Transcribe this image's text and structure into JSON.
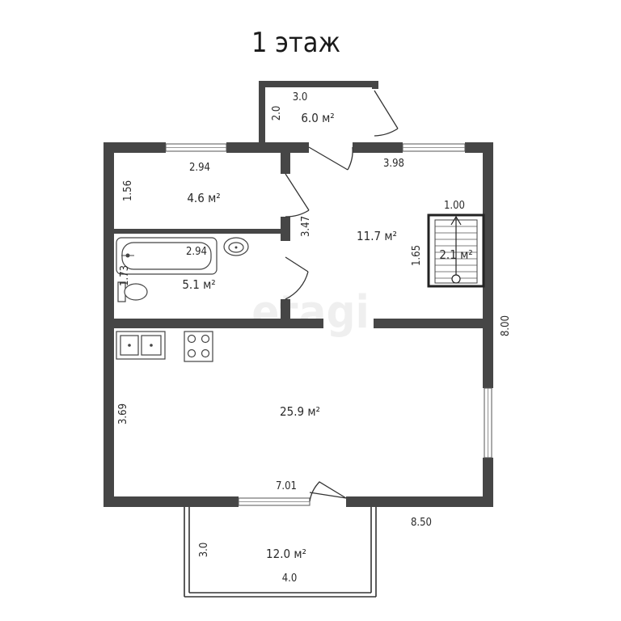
{
  "title": "1 этаж",
  "watermark": "etagi",
  "rooms": {
    "vestibule": {
      "area": "6.0 м²",
      "width": "3.0",
      "depth": "2.0"
    },
    "room_small": {
      "area": "4.6 м²",
      "width": "2.94",
      "depth": "1.56"
    },
    "bathroom": {
      "area": "5.1 м²",
      "width": "2.94",
      "depth": "1.73"
    },
    "hall": {
      "area": "11.7 м²",
      "width": "3.98",
      "depth": "3.47"
    },
    "stairs": {
      "area": "2.1 м²",
      "width": "1.00",
      "depth": "1.65"
    },
    "living": {
      "area": "25.9 м²",
      "width": "7.01",
      "depth": "3.69"
    },
    "terrace": {
      "area": "12.0 м²",
      "width": "4.0",
      "depth": "3.0"
    }
  },
  "overall": {
    "depth": "8.00",
    "width": "8.50"
  }
}
